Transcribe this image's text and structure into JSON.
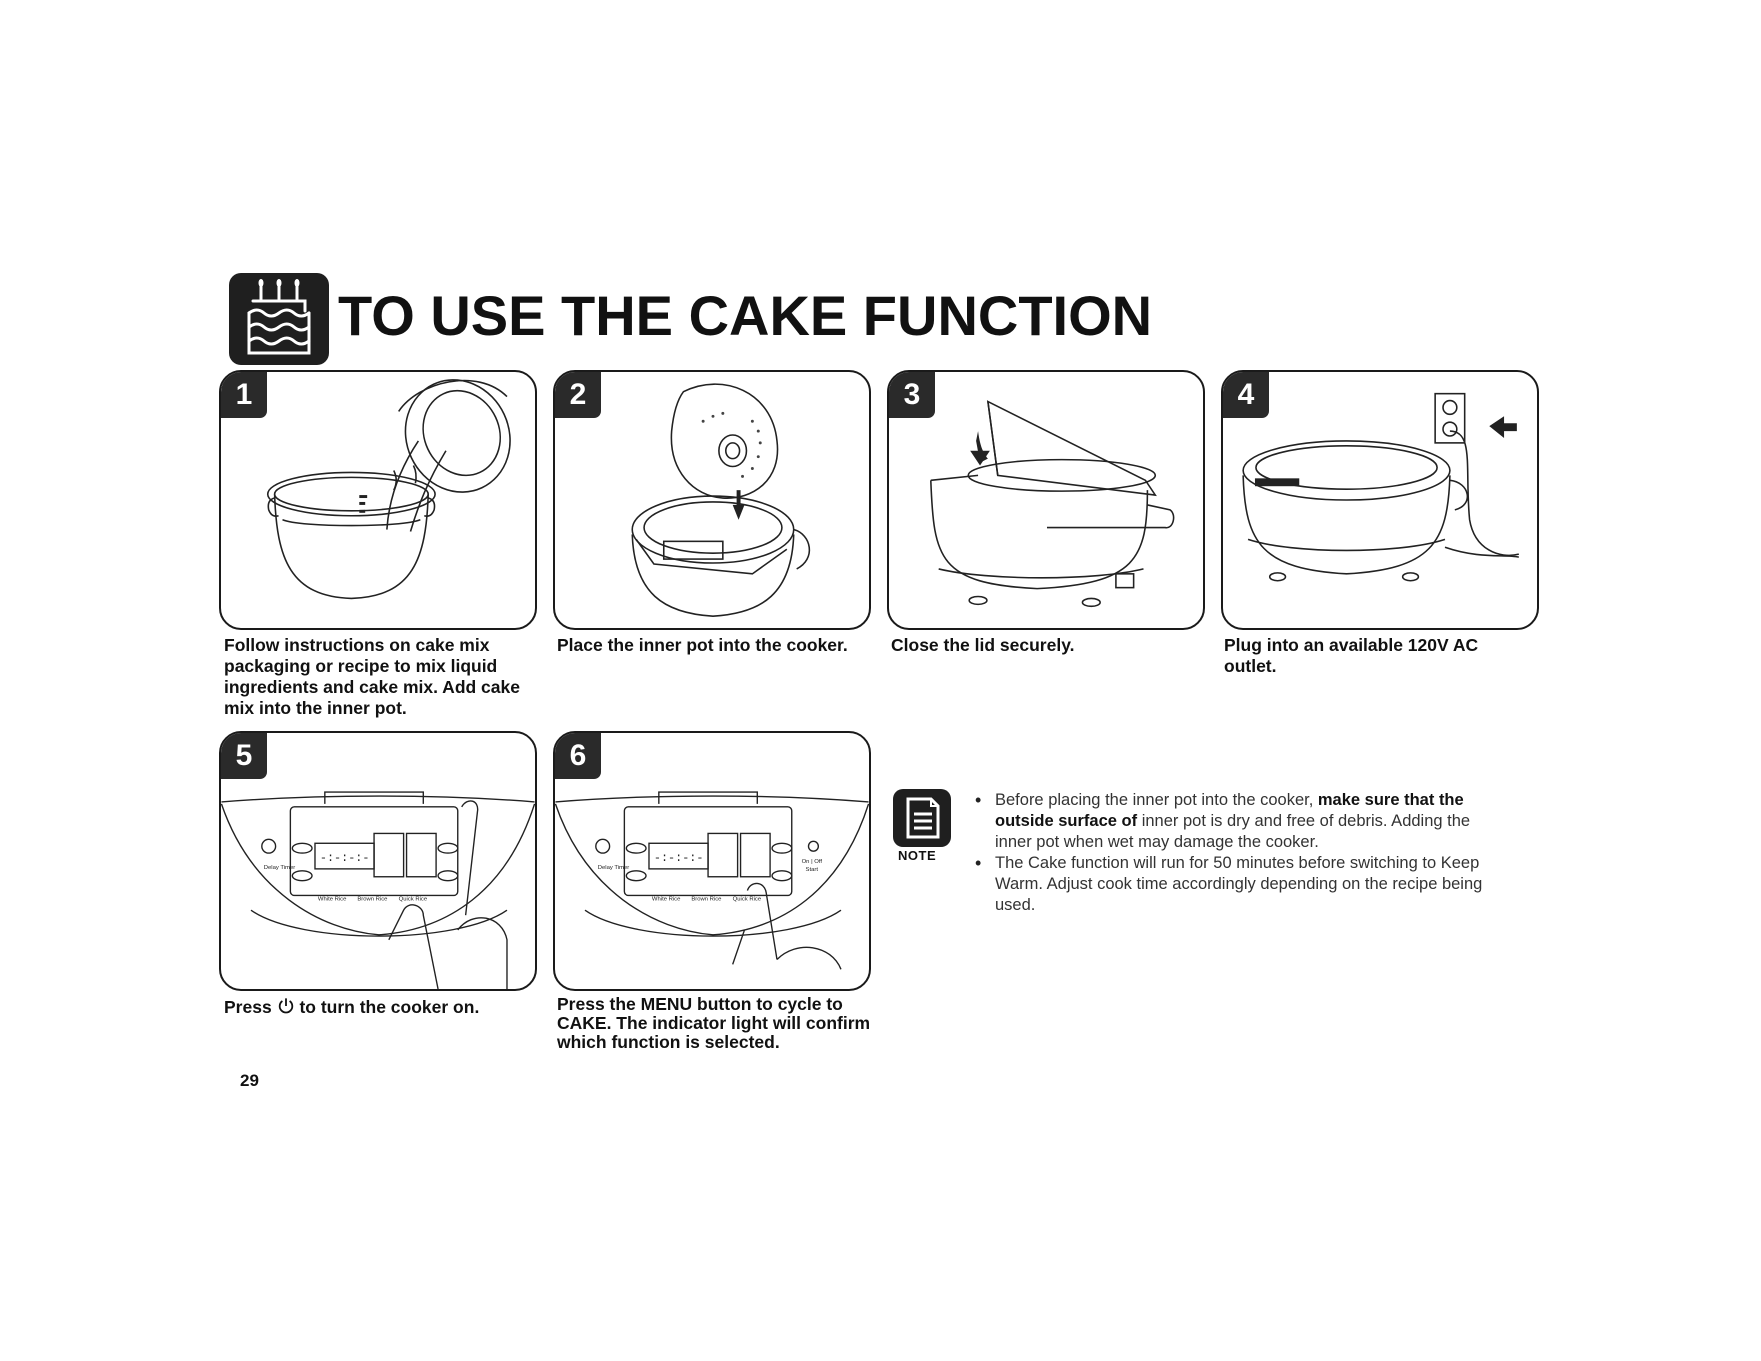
{
  "header": {
    "title": "TO USE THE CAKE FUNCTION",
    "icon": "cake-icon"
  },
  "steps": [
    {
      "number": "1",
      "caption_lines": [
        "Follow instructions on cake mix",
        "packaging or recipe to mix liquid",
        "ingredients and cake mix. Add cake",
        "mix into the inner pot."
      ],
      "illustration": "pouring-into-inner-pot"
    },
    {
      "number": "2",
      "caption_lines": [
        "Place the inner pot into the cooker."
      ],
      "illustration": "inner-pot-into-cooker"
    },
    {
      "number": "3",
      "caption_lines": [
        "Close the lid securely."
      ],
      "illustration": "closing-lid"
    },
    {
      "number": "4",
      "caption_lines": [
        "Plug into an available 120V AC",
        "outlet."
      ],
      "illustration": "plug-into-outlet"
    },
    {
      "number": "5",
      "caption_before": "Press",
      "caption_icon": "power-icon",
      "caption_after": "to turn the cooker on.",
      "illustration": "pressing-power-button"
    },
    {
      "number": "6",
      "caption_lines": [
        "Press the MENU button to cycle to",
        "CAKE. The indicator light will confirm",
        "which function is selected."
      ],
      "illustration": "pressing-menu-button"
    }
  ],
  "panel_labels": {
    "delay_timer": "Delay Timer",
    "white_rice": "White Rice",
    "brown_rice": "Brown Rice",
    "quick_rice": "Quick Rice",
    "on_off": "On | Off",
    "start": "Start",
    "display": "-:-:-:-"
  },
  "note": {
    "label": "NOTE",
    "icon": "note-icon",
    "bullets": [
      {
        "parts": [
          {
            "text": "Before placing the inner pot into the cooker, ",
            "strong": false
          },
          {
            "text": "make sure that the outside surface of",
            "strong": true
          },
          {
            "text": " inner pot is dry and free of debris. Adding the inner pot when wet may damage the cooker.",
            "strong": false
          }
        ]
      },
      {
        "parts": [
          {
            "text": "The Cake function will run for 50 minutes before switching to Keep Warm. Adjust cook time accordingly depending on the recipe being used.",
            "strong": false
          }
        ]
      }
    ]
  },
  "page_number": "29"
}
